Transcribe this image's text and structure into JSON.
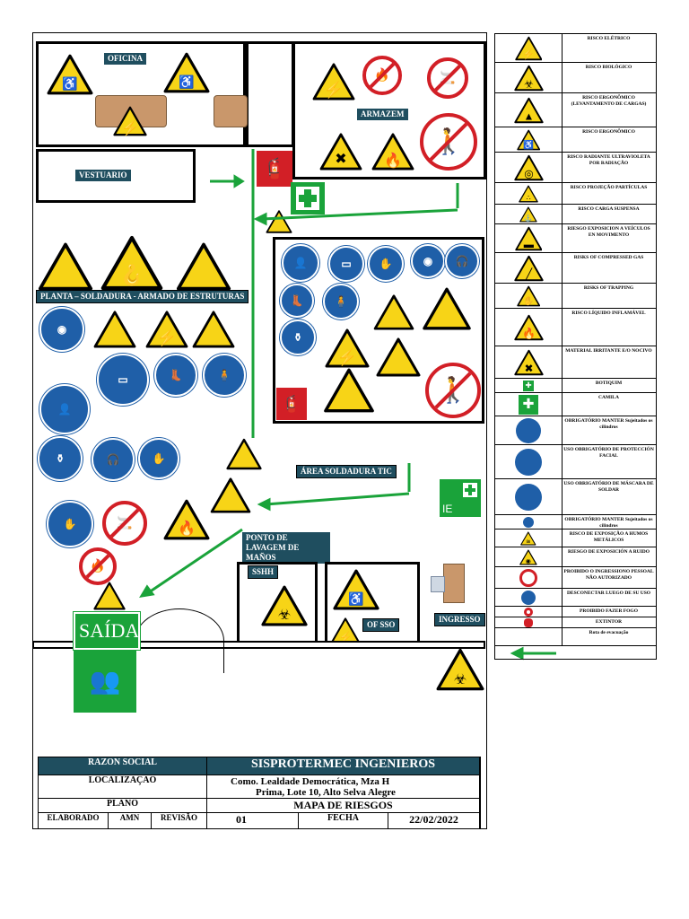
{
  "map": {
    "labels": {
      "oficina": "OFICINA",
      "armazem": "ARMAZEM",
      "vestuario": "VESTUARIO",
      "planta": "PLANTA – SOLDADURA - ARMADO DE ESTRUTURAS",
      "area_soldadura": "ÁREA SOLDADURA TIC",
      "ponto_lavagem": "PONTO DE LAVAGEM DE MAÑOS",
      "sshh": "SSHH",
      "of_sso": "OF SSO",
      "ingresso": "INGRESSO",
      "saida": "SAÍDA",
      "exit_sign": "IE"
    }
  },
  "legend": {
    "items": [
      {
        "label": "RISCO ELÉTRICO",
        "icon": "electric-warning-icon"
      },
      {
        "label": "RISCO BIOLÓGICO",
        "icon": "biohazard-icon"
      },
      {
        "label": "RISCO ERGONÔMICO (LEVANTAMENTO DE CARGAS)",
        "icon": "lifting-warning-icon"
      },
      {
        "label": "RISCO ERGONÔMICO",
        "icon": "ergonomic-warning-icon"
      },
      {
        "label": "RISCO RADIANTE ULTRAVIOLETA POR RADIAÇÃO",
        "icon": "radiation-warning-icon"
      },
      {
        "label": "RISCO PROJEÇÃO PARTÍCULAS",
        "icon": "particles-warning-icon"
      },
      {
        "label": "RISCO CARGA SUSPENSA",
        "icon": "suspended-load-icon"
      },
      {
        "label": "RIESGO EXPOSICION A VEÍCULOS EN MOVIMENTO",
        "icon": "vehicle-warning-icon"
      },
      {
        "label": "RISKS OF COMPRESSED GAS",
        "icon": "gas-warning-icon"
      },
      {
        "label": "RISKS OF TRAPPING",
        "icon": "trapping-warning-icon"
      },
      {
        "label": "RISCO LÍQUIDO INFLAMÁVEL",
        "icon": "flammable-warning-icon"
      },
      {
        "label": "MATERIAL IRRITANTE E/O NOCIVO",
        "icon": "irritant-warning-icon"
      },
      {
        "label": "BOTIQUIM",
        "icon": "first-aid-icon"
      },
      {
        "label": "CAMILA",
        "icon": "stretcher-icon"
      },
      {
        "label": "OBRIGATÓRIO MANTER Sujeitados os cilindros",
        "icon": "cylinders-mandatory-icon"
      },
      {
        "label": "USO OBRIGATÓRIO DE PROTECCIÓN FACIAL",
        "icon": "face-shield-icon"
      },
      {
        "label": "USO OBRIGATÓRIO DE MÁSCARA DE SOLDAR",
        "icon": "welding-mask-icon"
      },
      {
        "label": "OBRIGATÓRIO MANTER Sujeitados os cilindros",
        "icon": "cylinders-mandatory-icon"
      },
      {
        "label": "RISCO DE EXPOSIÇÃO A HUMOS METÁLICOS",
        "icon": "fumes-warning-icon"
      },
      {
        "label": "RIESGO DE EXPOSICIÓN A RUIDO",
        "icon": "noise-warning-icon"
      },
      {
        "label": "PROIBIDO O INGRESSIONO PESSOAL NÃO AUTORIZADO",
        "icon": "no-entry-icon"
      },
      {
        "label": "DESCONECTAR LUEGO DE SU USO",
        "icon": "disconnect-icon"
      },
      {
        "label": "PROIBIDO FAZER FOGO",
        "icon": "no-fire-icon"
      },
      {
        "label": "EXTINTOR",
        "icon": "extinguisher-icon"
      },
      {
        "label": "Rota de evacuação",
        "icon": "evacuation-arrow-icon"
      }
    ]
  },
  "table": {
    "razon_social_label": "RAZON SOCIAL",
    "razon_social_value": "SISPROTERMEC INGENIEROS",
    "localizacao_label": "LOCALIZAÇAO",
    "localizacao_value_1": "Como. Lealdade Democrática, Mza H",
    "localizacao_value_2": "Prima, Lote 10, Alto Selva Alegre",
    "plano_label": "PLANO",
    "plano_value": "MAPA DE RIESGOS",
    "elaborado_label": "ELABORADO",
    "elaborado_value": "AMN",
    "revisao_label": "REVISÃO",
    "revisao_value": "01",
    "fecha_label": "FECHA",
    "fecha_value": "22/02/2022"
  },
  "colors": {
    "warning_yellow": "#f7d417",
    "mandatory_blue": "#1f5fa8",
    "prohibition_red": "#d21f26",
    "route_green": "#1aa33a",
    "label_dark": "#1f4e5f"
  }
}
